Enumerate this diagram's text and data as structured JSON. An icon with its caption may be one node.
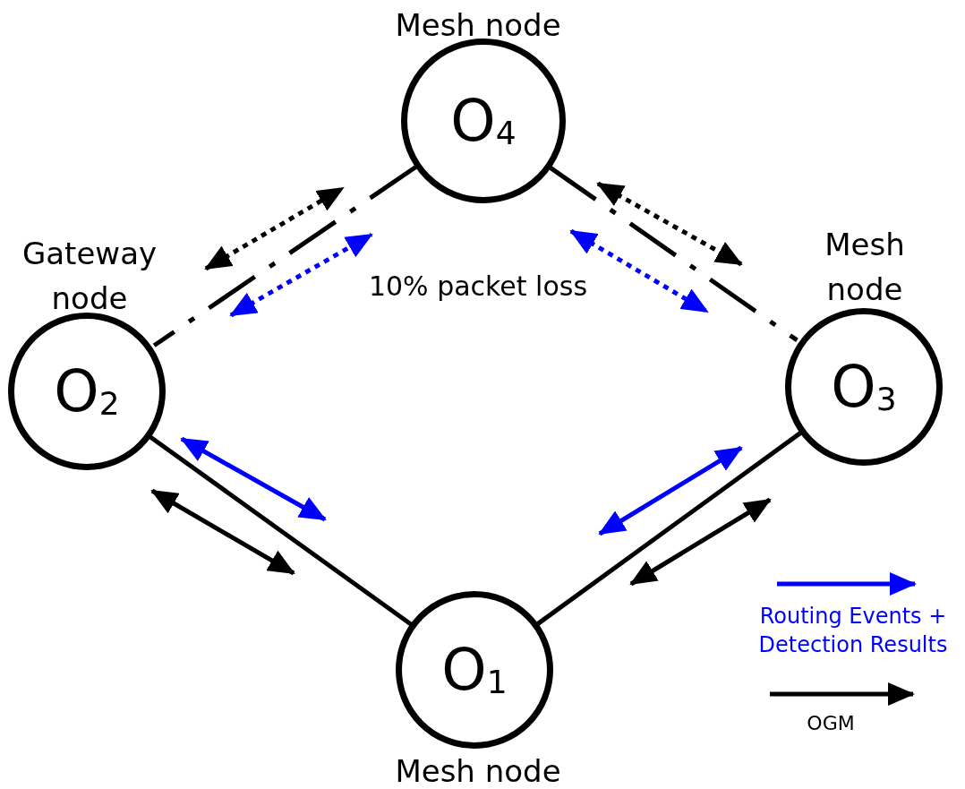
{
  "diagram": {
    "nodes": [
      {
        "text": [
          "O$_{4}$"
        ],
        "beside": [
          "Mesh node"
        ]
      },
      {
        "text": [
          "O$_{2}$"
        ],
        "beside": [
          "Gateway node"
        ]
      },
      {
        "text": [
          "O$_{3}$"
        ],
        "beside": [
          "Mesh node"
        ]
      },
      {
        "text": [
          "O$_{1}$"
        ],
        "beside": [
          "Mesh node"
        ]
      }
    ],
    "edges": [
      {
        "from": 0,
        "to": 1,
        "arrow": "none",
        "style": "dashed"
      },
      {
        "from": 0,
        "to": 2,
        "arrow": "none",
        "style": "dashed"
      },
      {
        "from": 1,
        "to": 3,
        "arrow": "none"
      },
      {
        "from": 2,
        "to": 3,
        "arrow": "none"
      }
    ],
    "labels": [
      "10% packet loss"
    ],
    "legend": [
      {
        "text": "Routing Events + Detection Results"
      },
      {
        "text": "OGM"
      }
    ]
  }
}
